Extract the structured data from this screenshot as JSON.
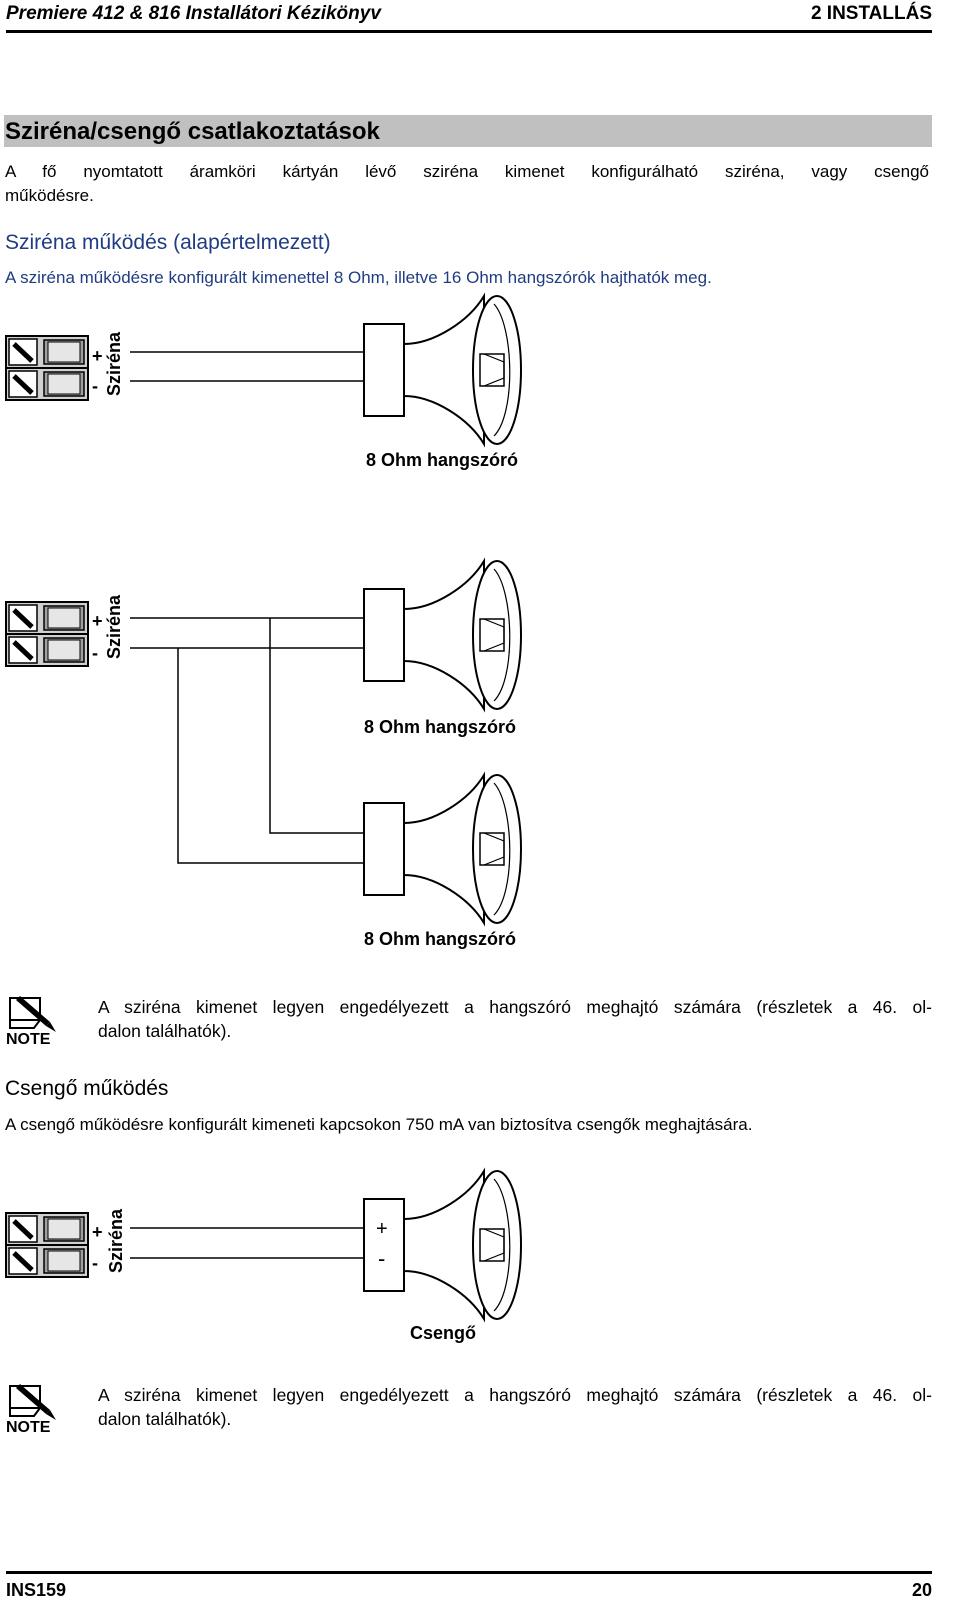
{
  "header": {
    "title": "Premiere 412 & 816 Installátori Kézikönyv",
    "chapter": "2  INSTALLÁS"
  },
  "section": {
    "title": "Sziréna/csengő csatlakoztatások",
    "intro_line1": "A fő nyomtatott áramköri kártyán lévő sziréna kimenet konfigurálható sziréna, vagy csengő",
    "intro_line2": "működésre."
  },
  "siren": {
    "heading": "Sziréna működés (alapértelmezett)",
    "text": "A sziréna működésre konfigurált kimenettel 8 Ohm, illetve 16 Ohm hangszórók hajthatók meg."
  },
  "diagrams": {
    "terminal_label": "Sziréna",
    "plus": "+",
    "minus": "-",
    "speaker_label": "8 Ohm hangszóró",
    "bell_label": "Csengő",
    "bell_plus": "+",
    "bell_minus": "-"
  },
  "notes": {
    "icon_label": "NOTE",
    "note1_line1": "A sziréna kimenet legyen engedélyezett a hangszóró meghajtó számára (részletek a 46. ol-",
    "note1_line2": "dalon találhatók).",
    "note2_line1": "A sziréna kimenet legyen engedélyezett a hangszóró meghajtó számára (részletek a 46. ol-",
    "note2_line2": "dalon találhatók)."
  },
  "bell": {
    "heading": "Csengő működés",
    "text": "A csengő működésre konfigurált kimeneti kapcsokon 750 mA van biztosítva csengők meghajtására."
  },
  "footer": {
    "doc_id": "INS159",
    "page": "20"
  }
}
